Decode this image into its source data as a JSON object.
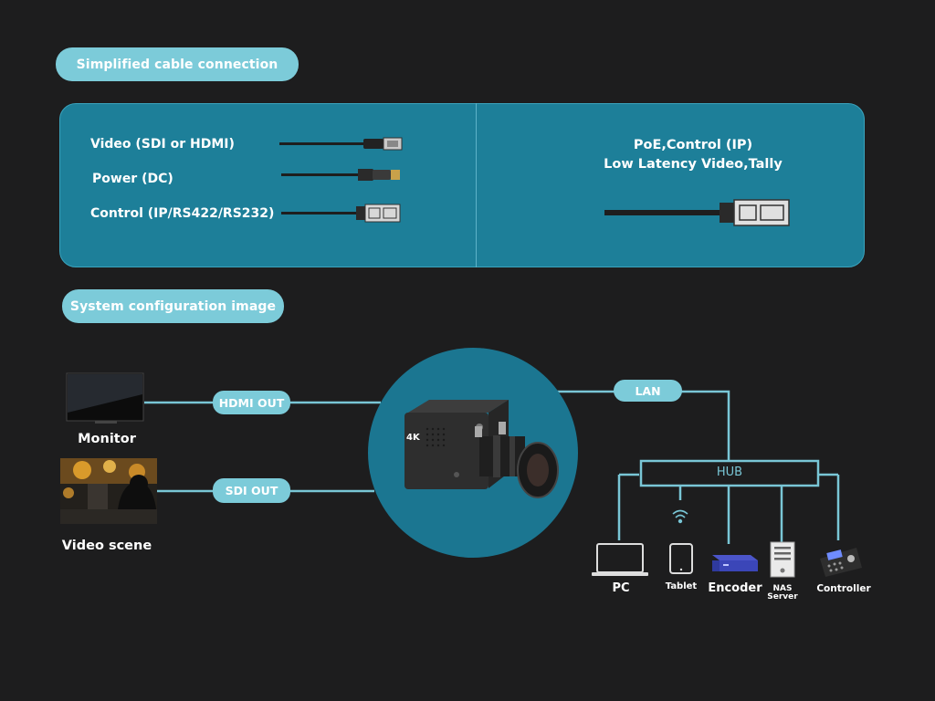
{
  "sections": {
    "cable_title": "Simplified cable connection",
    "system_title": "System configuration image"
  },
  "cables": {
    "video": "Video (SDI or HDMI)",
    "power": "Power (DC)",
    "control": "Control (IP/RS422/RS232)",
    "poe_line1": "PoE,Control (IP)",
    "poe_line2": "Low Latency Video,Tally"
  },
  "connections": {
    "hdmi_out": "HDMI OUT",
    "sdi_out": "SDI OUT",
    "lan": "LAN",
    "hub": "HUB"
  },
  "devices": {
    "monitor": "Monitor",
    "video_scene": "Video scene",
    "pc": "PC",
    "tablet": "Tablet",
    "encoder": "Encoder",
    "nas_line1": "NAS",
    "nas_line2": "Server",
    "controller": "Controller"
  },
  "camera": {
    "badge": "4K"
  },
  "colors": {
    "background": "#1d1d1e",
    "panel": "#1d7f99",
    "pill": "#7ccbd9",
    "line": "#79c6d6",
    "circle": "#1b7691"
  }
}
